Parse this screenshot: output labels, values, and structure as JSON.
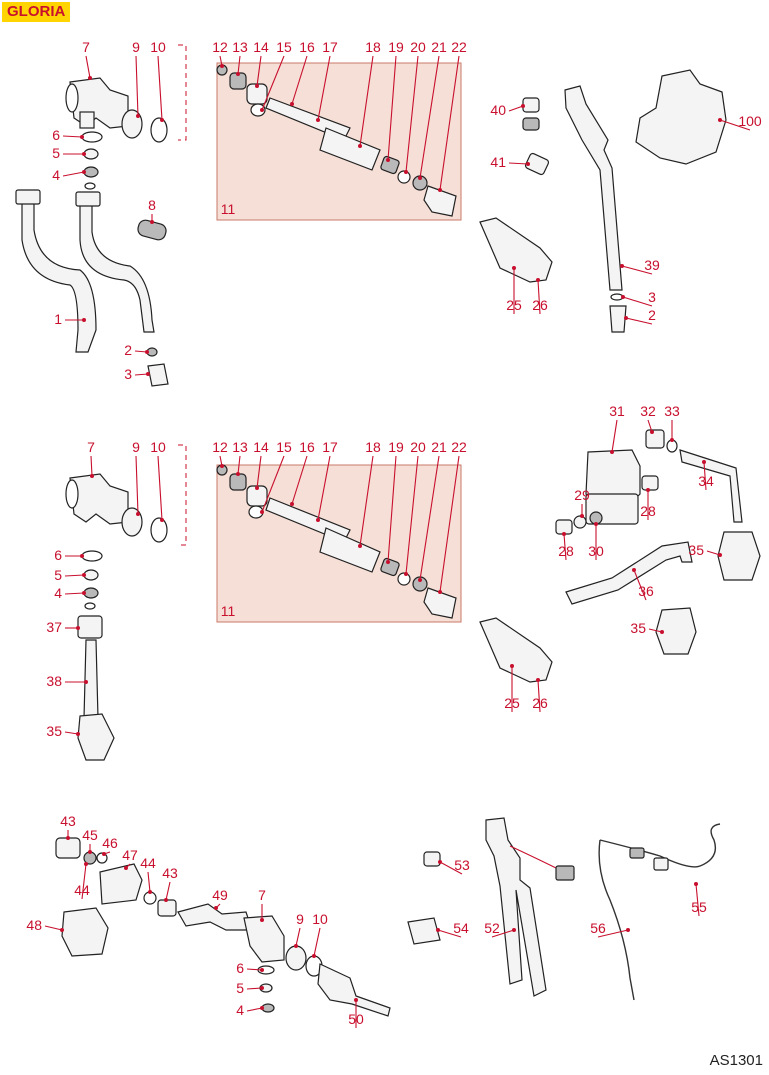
{
  "header": {
    "brand": "GLORIA"
  },
  "footer": {
    "doc_id": "AS1301"
  },
  "colors": {
    "label": "#c8102e",
    "brand_bg": "#ffd400",
    "group_fill": "#f6dfd6"
  },
  "callouts": {
    "s1": [
      "7",
      "9",
      "10",
      "12",
      "13",
      "14",
      "15",
      "16",
      "17",
      "18",
      "19",
      "20",
      "21",
      "22",
      "11",
      "6",
      "5",
      "4",
      "8",
      "1",
      "2",
      "3",
      "40",
      "41",
      "25",
      "26",
      "39",
      "3",
      "2",
      "100"
    ],
    "s2": [
      "7",
      "9",
      "10",
      "12",
      "13",
      "14",
      "15",
      "16",
      "17",
      "18",
      "19",
      "20",
      "21",
      "22",
      "11",
      "6",
      "5",
      "4",
      "37",
      "38",
      "35",
      "31",
      "32",
      "33",
      "34",
      "29",
      "28",
      "30",
      "28",
      "35",
      "36",
      "35",
      "25",
      "26"
    ],
    "s3": [
      "43",
      "45",
      "46",
      "47",
      "44",
      "43",
      "44",
      "48",
      "49",
      "7",
      "9",
      "10",
      "6",
      "5",
      "4",
      "50",
      "53",
      "54",
      "52",
      "56",
      "55"
    ]
  }
}
